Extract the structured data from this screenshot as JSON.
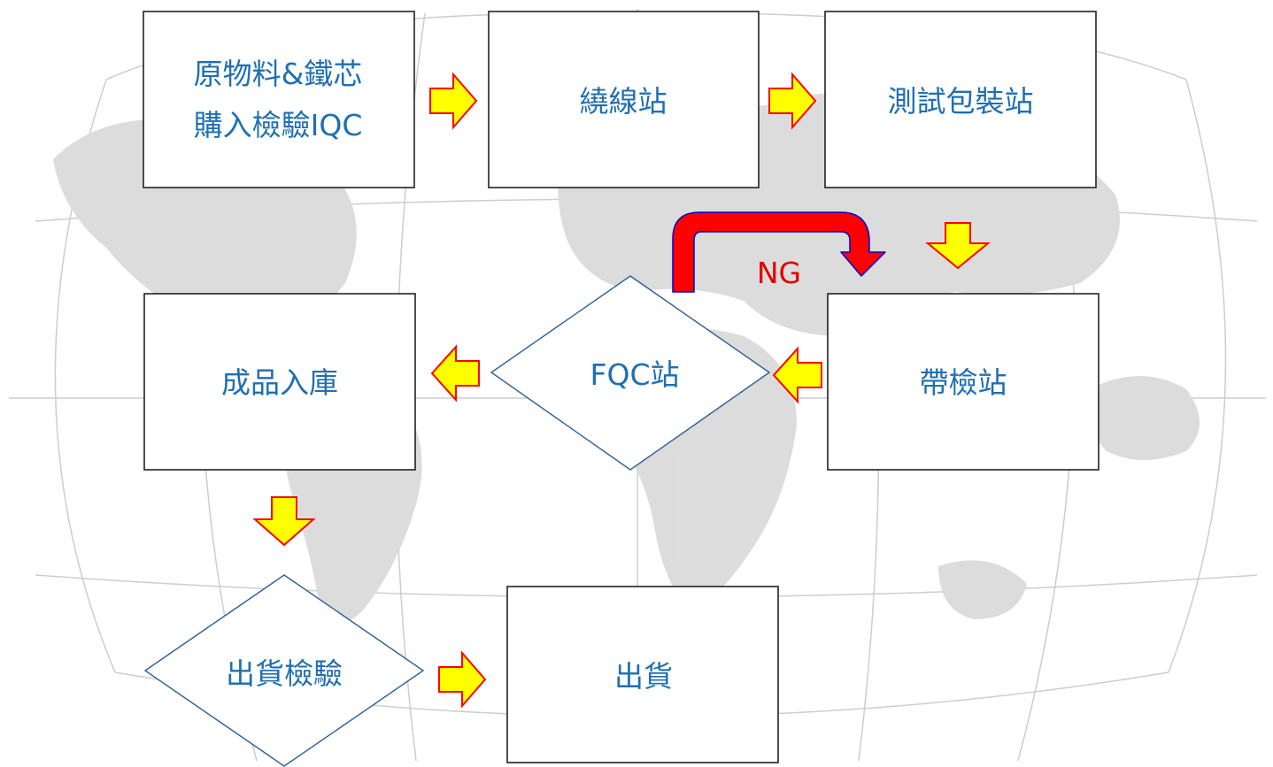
{
  "colors": {
    "label": "#1f6fb2",
    "arrow_fill": "#ffff00",
    "arrow_stroke": "#ff0000",
    "ng_loop": "#ff0000",
    "ng_label": "#e00000",
    "background_map": "#d9d9d9"
  },
  "nodes": {
    "iqc": {
      "line1": "原物料&鐵芯",
      "line2": "購入檢驗IQC"
    },
    "winding": {
      "label": "繞線站"
    },
    "test_pack": {
      "label": "測試包裝站"
    },
    "tape_inspect": {
      "label": "帶檢站"
    },
    "fqc": {
      "label": "FQC站"
    },
    "finished_storage": {
      "label": "成品入庫"
    },
    "shipping_inspect": {
      "label": "出貨檢驗"
    },
    "shipping": {
      "label": "出貨"
    }
  },
  "ng_label": "NG"
}
